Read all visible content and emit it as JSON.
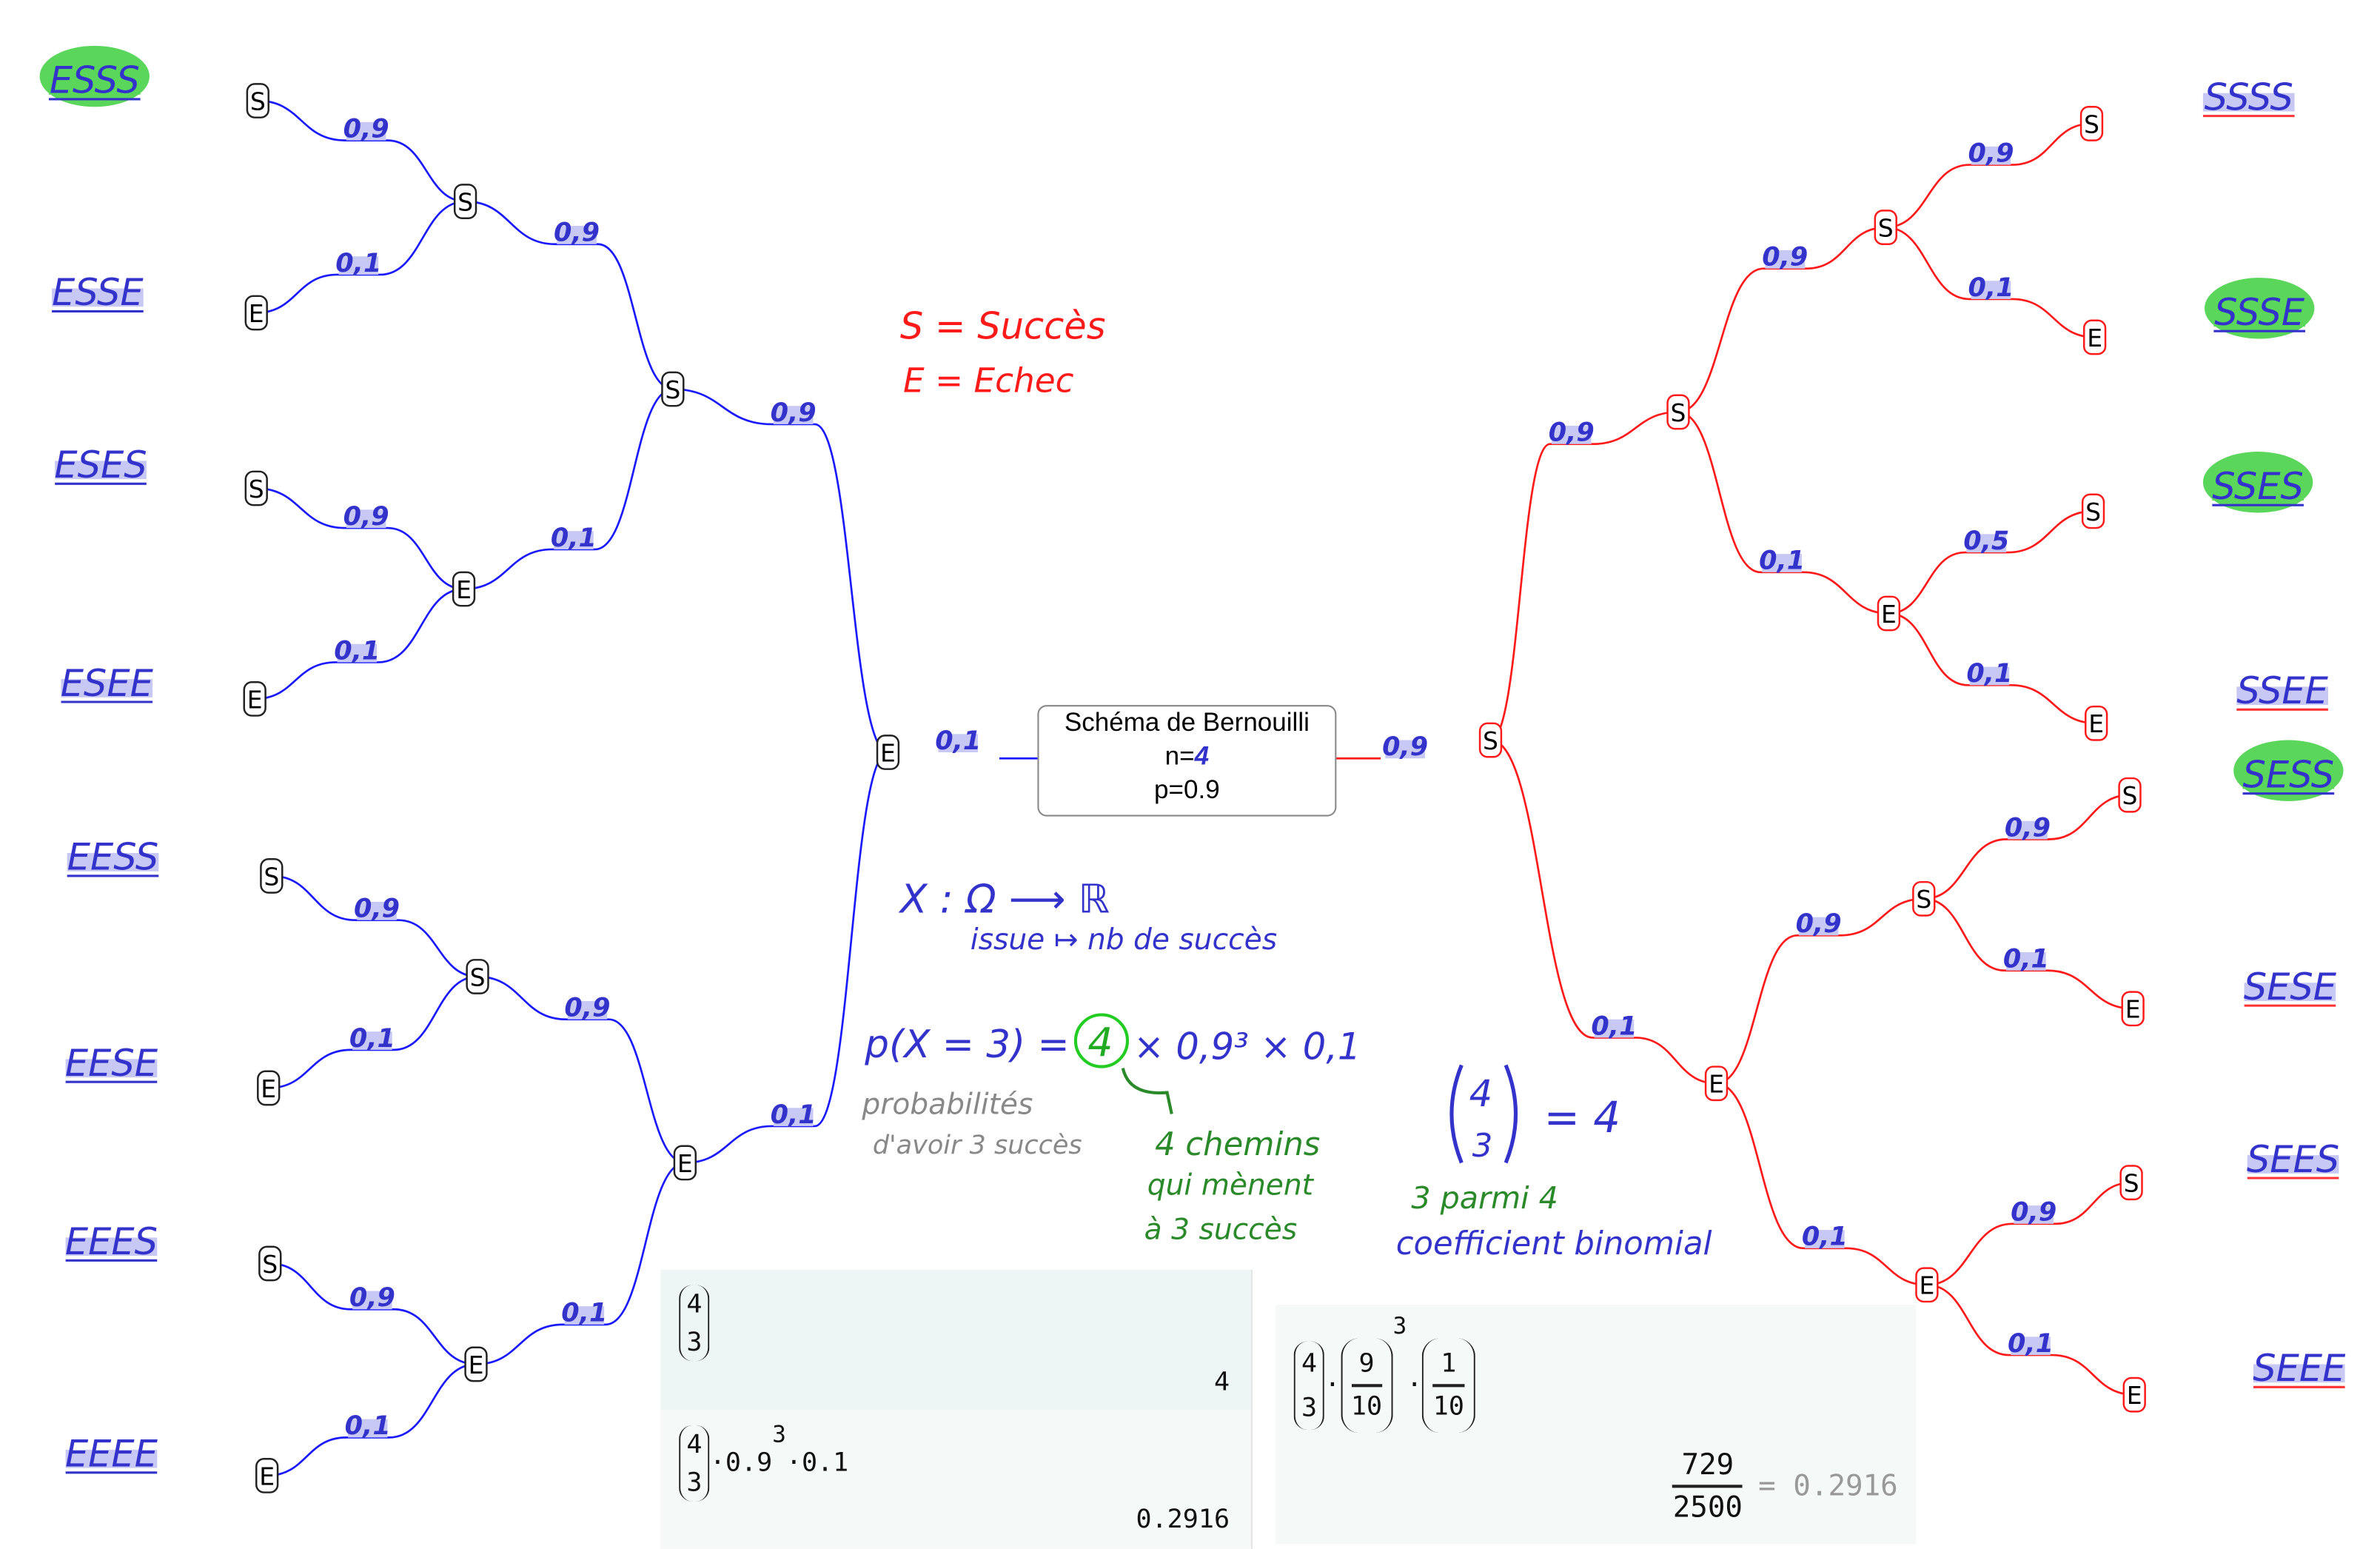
{
  "box": {
    "title": "Schéma de Bernouilli",
    "n_label": "n=",
    "n_value": "4",
    "p_label": "p=0.9"
  },
  "left_tree": {
    "nodes": [
      {
        "letter": "E",
        "prob": "0,1"
      },
      {
        "letter": "S",
        "prob": "0,9"
      },
      {
        "letter": "E",
        "prob": "0,1"
      },
      {
        "letter": "S",
        "prob": "0,9"
      },
      {
        "letter": "E",
        "prob": "0,1"
      },
      {
        "letter": "S",
        "prob": "0,9"
      },
      {
        "letter": "E",
        "prob": "0,1"
      },
      {
        "letter": "S",
        "prob": "0,9"
      },
      {
        "letter": "E",
        "prob": "0,1"
      },
      {
        "letter": "S",
        "prob": "0,9"
      },
      {
        "letter": "E",
        "prob": "0,1"
      },
      {
        "letter": "S",
        "prob": "0,9"
      },
      {
        "letter": "E",
        "prob": "0,1"
      },
      {
        "letter": "S",
        "prob": "0,9"
      },
      {
        "letter": "E",
        "prob": "0,1"
      }
    ],
    "outcomes": [
      {
        "text": "ESSS",
        "highlight": true
      },
      {
        "text": "ESSE",
        "highlight": false
      },
      {
        "text": "ESES",
        "highlight": false
      },
      {
        "text": "ESEE",
        "highlight": false
      },
      {
        "text": "EESS",
        "highlight": false
      },
      {
        "text": "EESE",
        "highlight": false
      },
      {
        "text": "EEES",
        "highlight": false
      },
      {
        "text": "EEEE",
        "highlight": false
      }
    ]
  },
  "right_tree": {
    "nodes": [
      {
        "letter": "S",
        "prob": "0,9"
      },
      {
        "letter": "S",
        "prob": "0,9"
      },
      {
        "letter": "E",
        "prob": "0,1"
      },
      {
        "letter": "S",
        "prob": "0,9"
      },
      {
        "letter": "E",
        "prob": "0,1"
      },
      {
        "letter": "S",
        "prob": "0,9"
      },
      {
        "letter": "E",
        "prob": "0,1"
      },
      {
        "letter": "S",
        "prob": "0,9"
      },
      {
        "letter": "E",
        "prob": "0,1"
      },
      {
        "letter": "S",
        "prob": "0,5"
      },
      {
        "letter": "E",
        "prob": "0,1"
      },
      {
        "letter": "S",
        "prob": "0,9"
      },
      {
        "letter": "E",
        "prob": "0,1"
      },
      {
        "letter": "S",
        "prob": "0,9"
      },
      {
        "letter": "E",
        "prob": "0,1"
      }
    ],
    "outcomes": [
      {
        "text": "SSSS",
        "highlight": false
      },
      {
        "text": "SSSE",
        "highlight": true
      },
      {
        "text": "SSES",
        "highlight": true
      },
      {
        "text": "SSEE",
        "highlight": false
      },
      {
        "text": "SESS",
        "highlight": true
      },
      {
        "text": "SESE",
        "highlight": false
      },
      {
        "text": "SEES",
        "highlight": false
      },
      {
        "text": "SEEE",
        "highlight": false
      }
    ]
  },
  "notes": {
    "legend_s": "S = Succès",
    "legend_e": "E = Echec",
    "rv_def": "X : Ω ⟶ ℝ",
    "rv_map": "issue ↦ nb de succès",
    "formula_left": "p(X = 3) =",
    "formula_circled": "4",
    "formula_right": "× 0,9³ × 0,1",
    "gray_1": "probabilités",
    "gray_2": "d'avoir 3 succès",
    "green_1": "4 chemins",
    "green_2": "qui mènent",
    "green_3": "à 3 succès",
    "binom_top": "4",
    "binom_bottom": "3",
    "binom_eq": "= 4",
    "parmi": "3 parmi 4",
    "coef": "coefficient binomial"
  },
  "cas_left": {
    "cell1": {
      "n": "4",
      "k": "3",
      "result": "4"
    },
    "cell2": {
      "n": "4",
      "k": "3",
      "expr": "·0.9",
      "exp": "3",
      "tail": "·0.1",
      "result": "0.2916"
    }
  },
  "cas_right": {
    "n": "4",
    "k": "3",
    "f1_num": "9",
    "f1_den": "10",
    "exp": "3",
    "f2_num": "1",
    "f2_den": "10",
    "res_num": "729",
    "res_den": "2500",
    "approx": "= 0.2916"
  },
  "colors": {
    "left_tree": "#1a1aff",
    "right_tree": "#ff1a1a",
    "ink_blue": "#3333cc",
    "ink_red": "#ff1a1a",
    "ink_green": "#2a8a2a",
    "highlight_green": "#5ad65a",
    "highlight_blue": "#c8c8f4"
  }
}
